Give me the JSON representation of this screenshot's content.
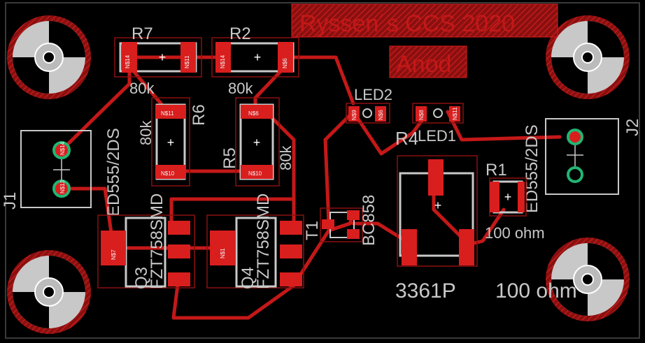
{
  "board": {
    "title": "Ryssen´s CCS 2020",
    "subtitle": "Anod"
  },
  "components": {
    "r7": "R7",
    "r2": "R2",
    "r7_value": "80k",
    "r2_value": "80k",
    "r6": "R6",
    "r6_value": "80k",
    "r5": "R5",
    "r5_value": "80k",
    "led2": "LED2",
    "led1": "LED1",
    "r4": "R4",
    "r1": "R1",
    "r1_value": "100 ohm",
    "j1": "J1",
    "j2": "J2",
    "j1_part": "ED555/2DS",
    "j2_part": "ED555/2DS",
    "q3": "Q3",
    "q4": "Q4",
    "q3_part": "FZT758SMD",
    "q4_part": "FZT758SMD",
    "t1": "T1",
    "t1_part": "BC858",
    "r4_part": "3361P",
    "r4_value": "100 ohm"
  },
  "pads": {
    "r7_1": "N$14",
    "r7_2": "N$11",
    "r2_1": "N$14",
    "r2_2": "N$6",
    "r6_1": "N$11",
    "r6_2": "N$10",
    "r5_1": "N$6",
    "r5_2": "N$10",
    "led2_a": "N$9",
    "led2_c": "N$6",
    "led1_c": "N$8",
    "led1_a": "N$11",
    "q_base": "N$7",
    "q4_base": "N$1",
    "j1_1": "N$14",
    "j1_2": "N$13"
  },
  "colors": {
    "background": "#000000",
    "copper": "#cc1a1a",
    "pad": "#d91e1e",
    "silk": "#c8c8c8",
    "drill_ring": "#22b573"
  }
}
